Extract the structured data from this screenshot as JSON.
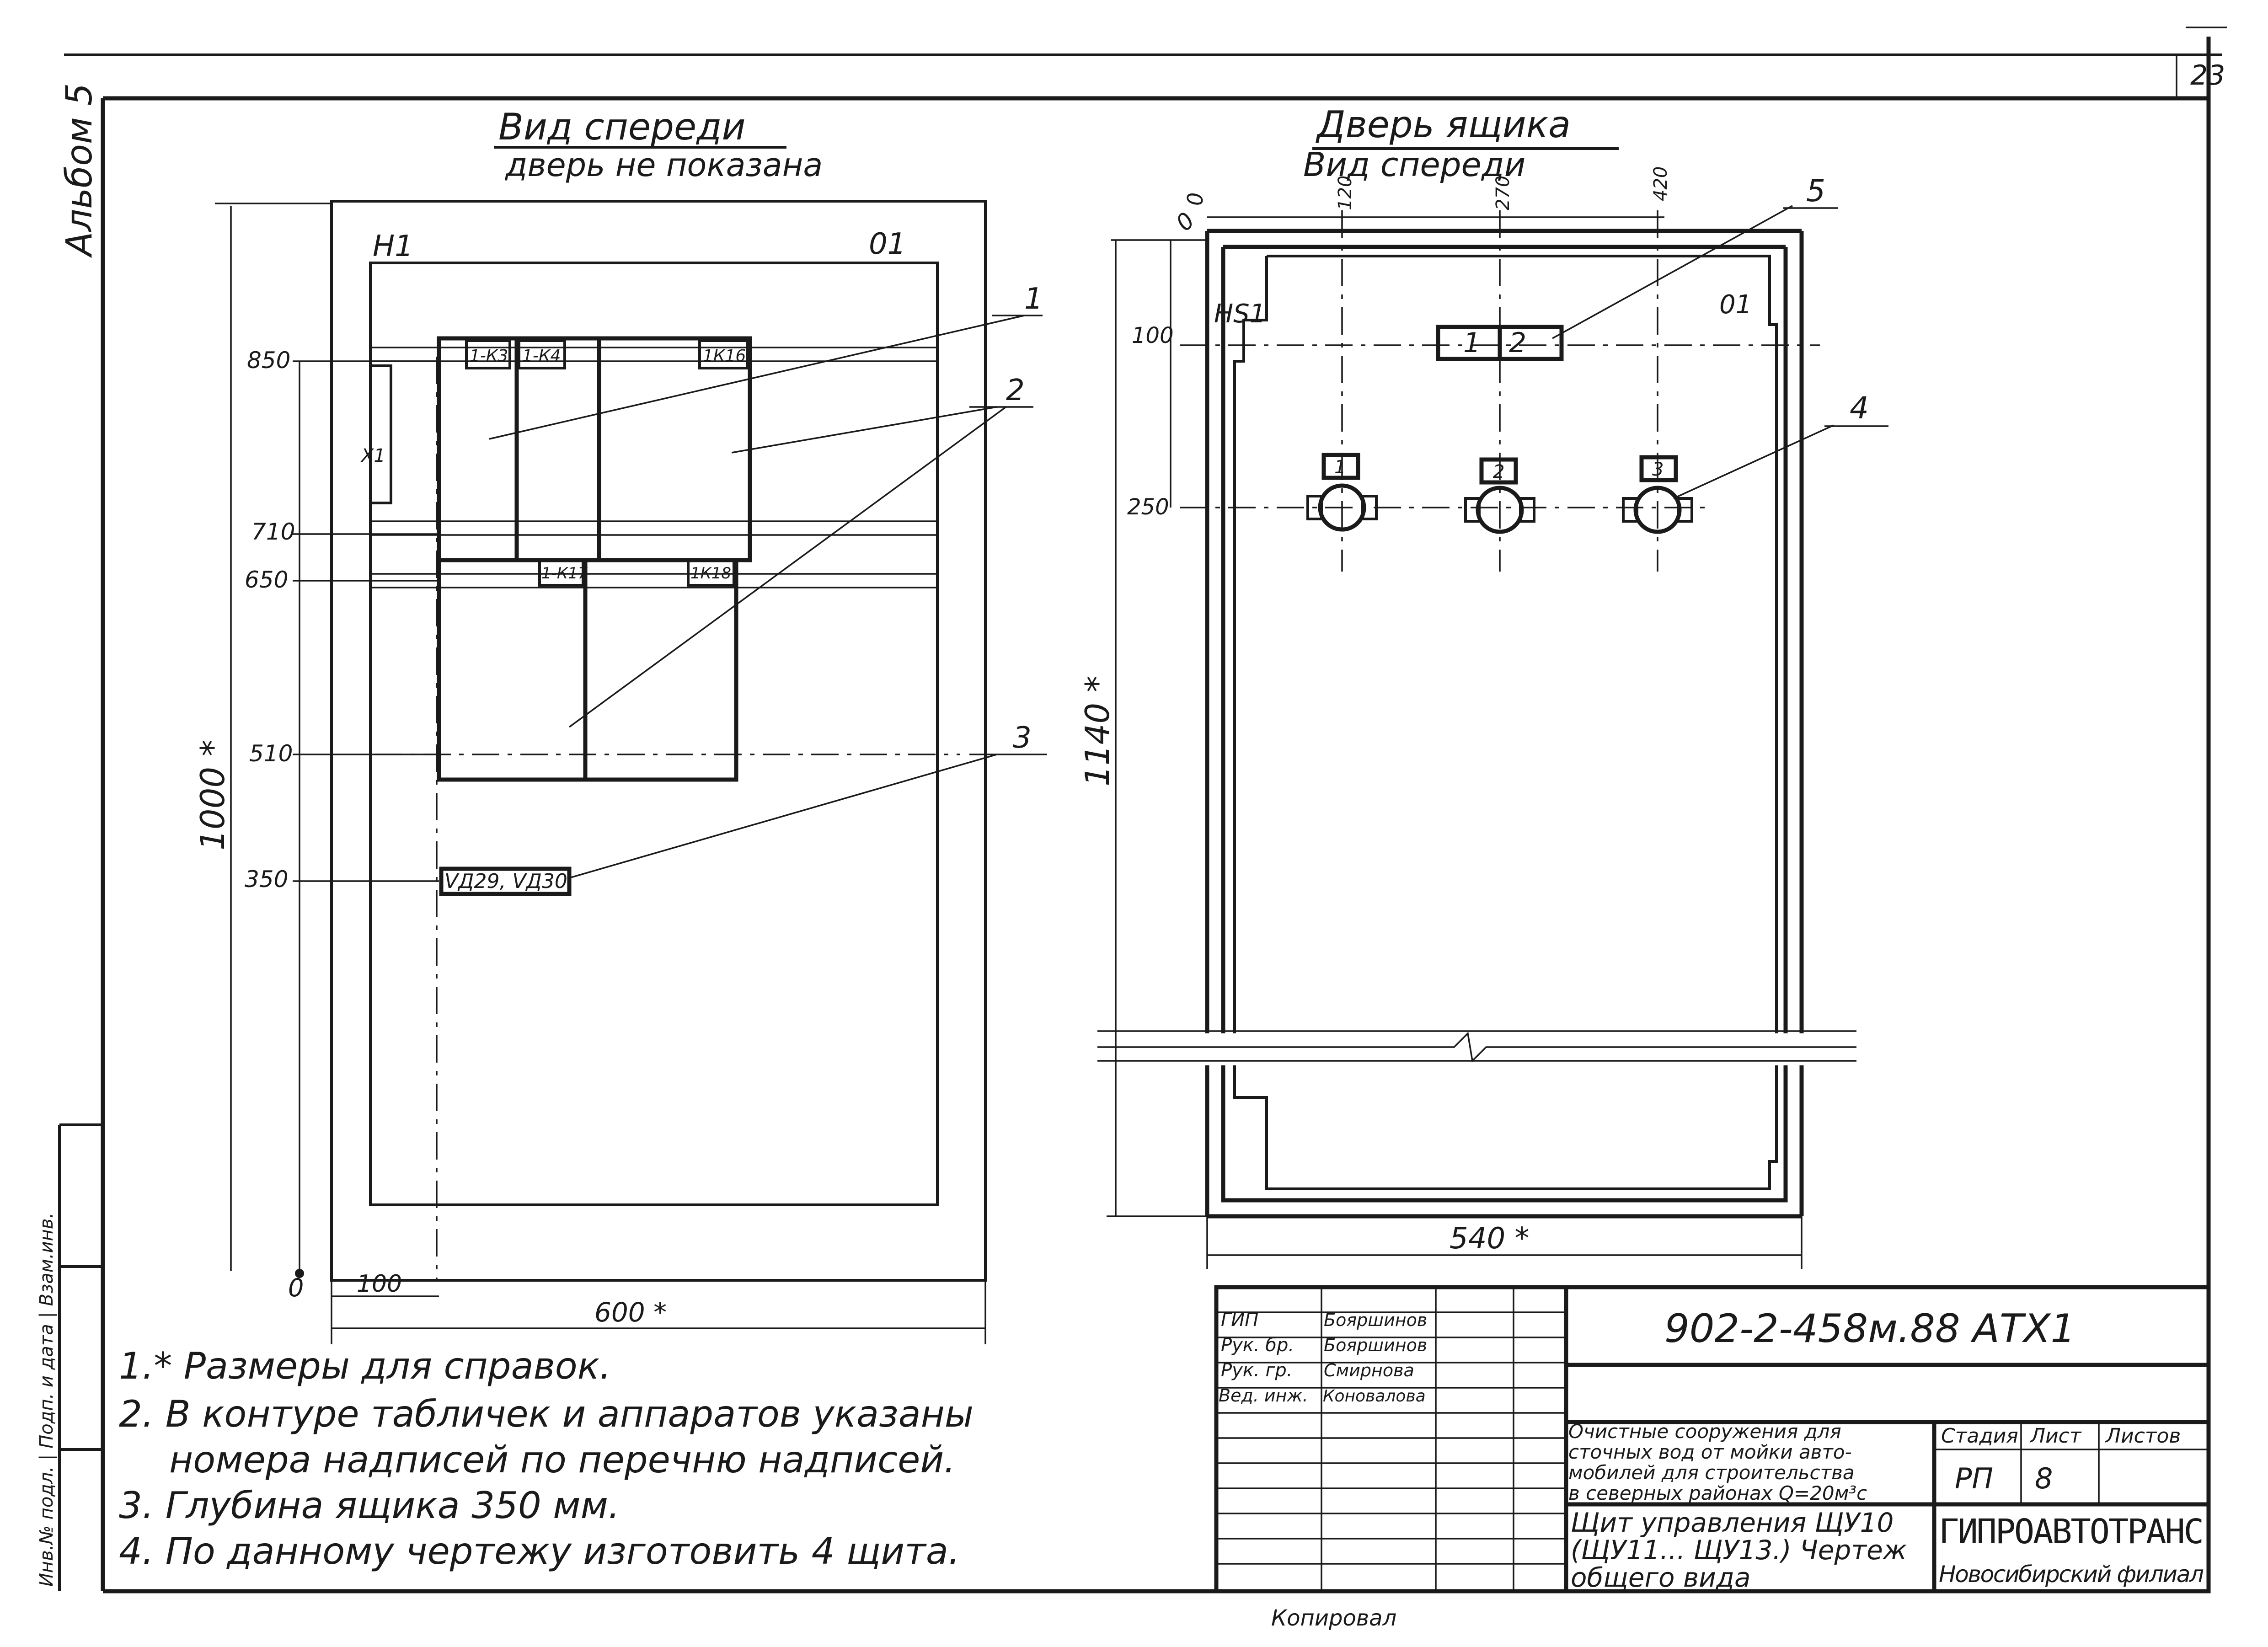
{
  "sheet_number_corner": "23",
  "album_label": "Альбом 5",
  "front_view": {
    "title": "Вид спереди",
    "subtitle": "дверь не показана",
    "label_h1": "H1",
    "label_o1": "01",
    "label_x1": "X1",
    "dims_vertical": [
      "850",
      "710",
      "650",
      "510",
      "350"
    ],
    "dim_overall_height": "1000 *",
    "dim_origin": "0",
    "dim_left_offset": "100",
    "dim_overall_width": "600 *",
    "devices_top": [
      "1-К3",
      "1-К4",
      "1К16"
    ],
    "devices_mid": [
      "1-К17",
      "1К18"
    ],
    "device_strip": "VД29, VД30"
  },
  "door_view": {
    "title": "Дверь ящика",
    "subtitle": "Вид спереди",
    "dim_origin": "0",
    "dims_horizontal": [
      "0",
      "120",
      "270",
      "420"
    ],
    "dims_vertical": [
      "100",
      "250"
    ],
    "dim_overall_height": "1140 *",
    "dim_overall_width": "540 *",
    "label_hs1": "HS1",
    "label_o1": "01",
    "plate_numbers": [
      "1",
      "2"
    ],
    "lamp_numbers": [
      "1",
      "2",
      "3"
    ]
  },
  "callouts": [
    "1",
    "2",
    "3",
    "4",
    "5"
  ],
  "notes": [
    "1.* Размеры для справок.",
    "2. В контуре табличек и аппаратов указаны",
    "номера надписей по перечню надписей.",
    "3. Глубина ящика 350 мм.",
    "4. По данному чертежу изготовить 4 щита."
  ],
  "side_stamp": "Инв.№ подл. | Подп. и дата | Взам.инв.",
  "title_block": {
    "drawing_code": "902-2-458м.88 АТХ1",
    "signers": [
      {
        "role": "ГИП",
        "name": "Бояршинов"
      },
      {
        "role": "Рук. бр.",
        "name": "Бояршинов"
      },
      {
        "role": "Рук. гр.",
        "name": "Смирнова"
      },
      {
        "role": "Вед. инж.",
        "name": "Коновалова"
      }
    ],
    "project_desc": [
      "Очистные сооружения для",
      "сточных вод от мойки авто-",
      "мобилей для строительства",
      "в северных районах Q=20м³с"
    ],
    "stage_header": "Стадия",
    "sheet_header": "Лист",
    "sheets_header": "Листов",
    "stage_value": "РП",
    "sheet_value": "8",
    "drawing_title": [
      "Щит управления ЩУ10",
      "(ЩУ11... ЩУ13.) Чертеж",
      "общего вида"
    ],
    "org_name": "ГИПРОАВТОТРАНС",
    "org_branch": "Новосибирский филиал",
    "copied_by": "Копировал"
  }
}
